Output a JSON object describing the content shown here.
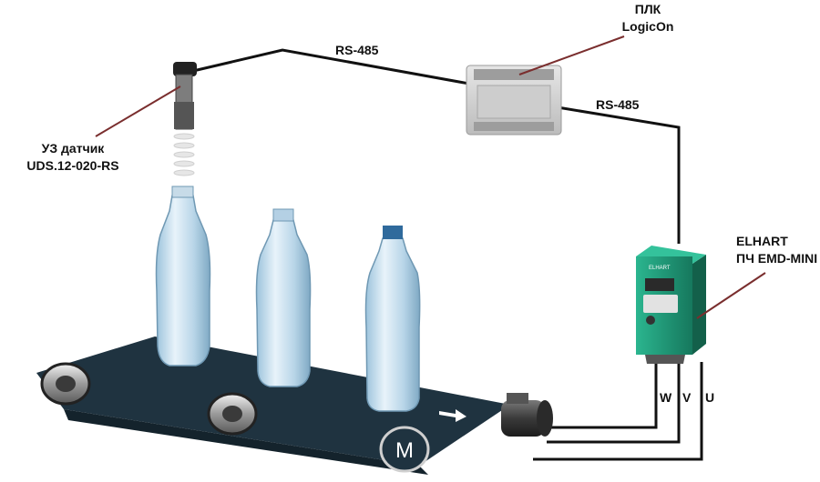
{
  "labels": {
    "rs485_top": "RS-485",
    "rs485_right": "RS-485",
    "plc_line1": "ПЛК",
    "plc_line2": "LogicOn",
    "sensor_line1": "УЗ датчик",
    "sensor_line2": "UDS.12-020-RS",
    "vfd_line1": "ELHART",
    "vfd_line2": "ПЧ EMD-MINI",
    "phase_w": "W",
    "phase_v": "V",
    "phase_u": "U",
    "motor_letter": "M",
    "vfd_brand": "ELHART"
  },
  "colors": {
    "cable": "#111111",
    "pointer": "#7a2e2e",
    "belt": "#1f3340",
    "vfd_green": "#1f9a78",
    "plc_gray": "#d4d4d4"
  }
}
